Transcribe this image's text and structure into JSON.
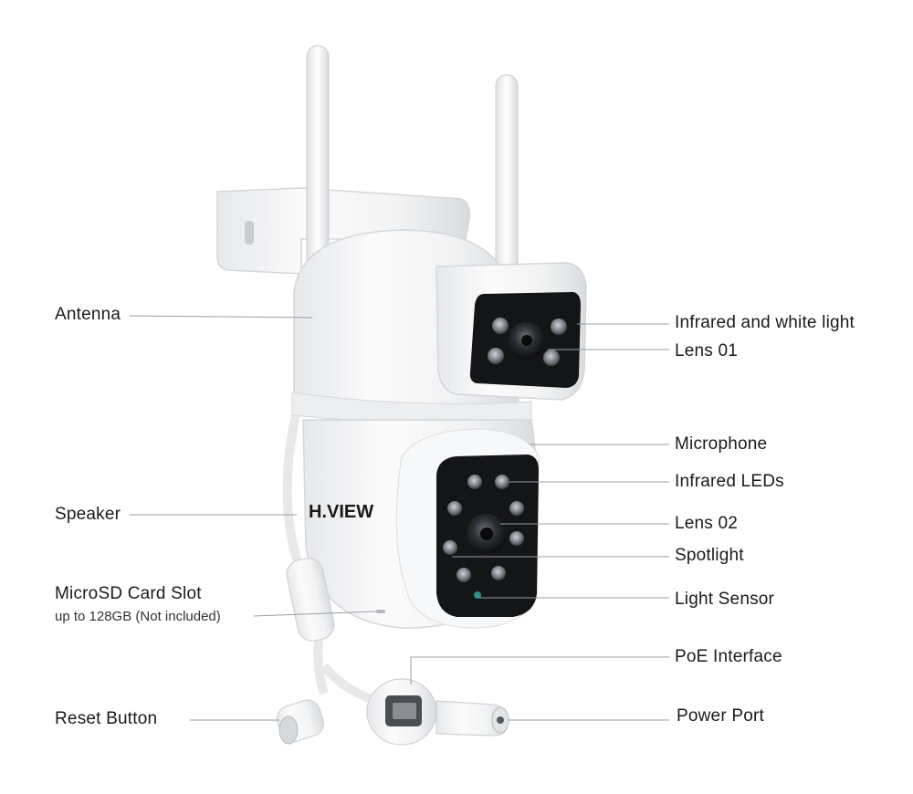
{
  "brand": "H.VIEW",
  "callouts": {
    "antenna": "Antenna",
    "speaker": "Speaker",
    "microsd": "MicroSD Card Slot",
    "microsd_note": "up to 128GB (Not included)",
    "reset": "Reset Button",
    "ir_white_light": "Infrared and white light",
    "lens01": "Lens 01",
    "microphone": "Microphone",
    "ir_leds": "Infrared LEDs",
    "lens02": "Lens 02",
    "spotlight": "Spotlight",
    "light_sensor": "Light Sensor",
    "poe": "PoE Interface",
    "power": "Power Port"
  }
}
